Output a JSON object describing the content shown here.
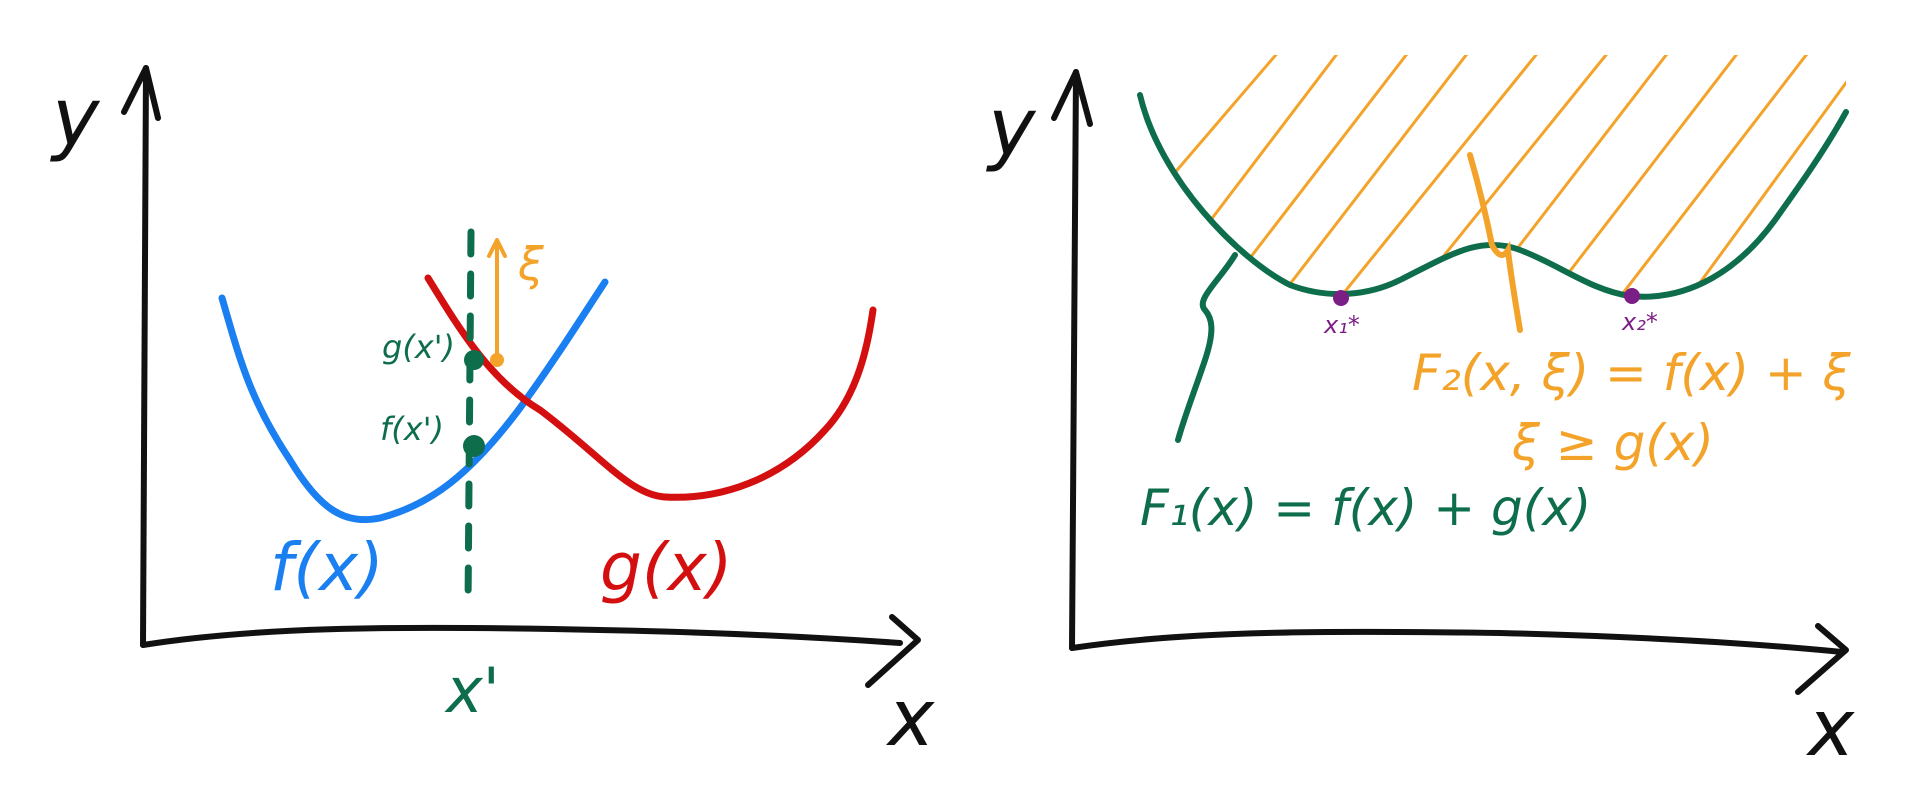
{
  "colors": {
    "axis": "#111111",
    "f_curve": "#1a7ff0",
    "g_curve": "#d40f10",
    "annotation_green": "#0e6e4c",
    "xi_orange": "#f3a329",
    "minimizer_purple": "#7b1e85"
  },
  "left_panel": {
    "y_axis_label": "y",
    "x_axis_label": "x",
    "f_label": "f(x)",
    "g_label": "g(x)",
    "x_prime_label": "x'",
    "g_at_x_prime_label": "g(x')",
    "f_at_x_prime_label": "f(x')",
    "xi_label": "ξ"
  },
  "right_panel": {
    "y_axis_label": "y",
    "x_axis_label": "x",
    "minimizer_1_label": "x₁*",
    "minimizer_2_label": "x₂*",
    "F1_label": "F₁(x) = f(x) + g(x)",
    "F2_label": "F₂(x, ξ) = f(x) + ξ",
    "constraint_label": "ξ ≥ g(x)"
  }
}
